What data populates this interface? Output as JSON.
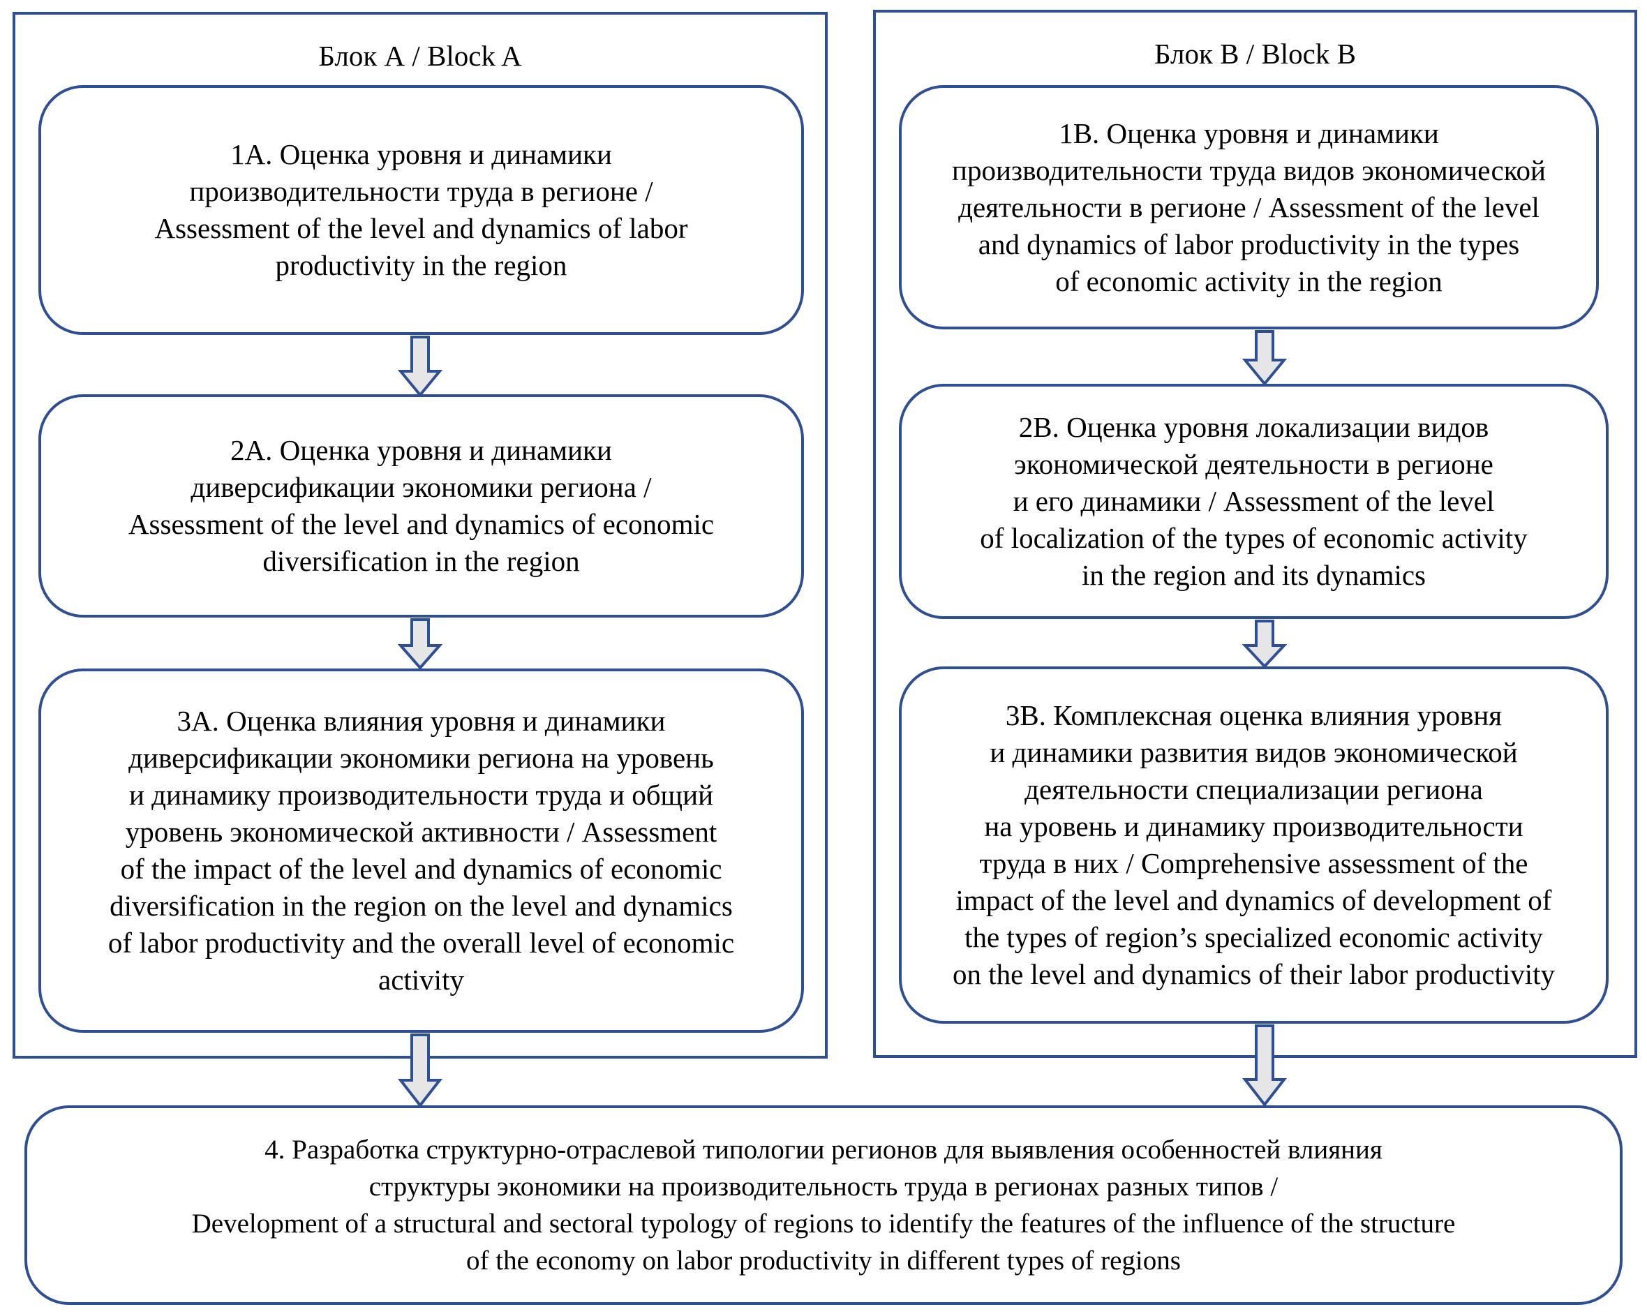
{
  "block_a": {
    "title": "Блок А / Block A",
    "step_1": "1А. Оценка уровня и динамики\nпроизводительности труда в регионе /\nAssessment of the level and dynamics of labor\nproductivity in the region",
    "step_2": "2А. Оценка уровня и динамики\nдиверсификации экономики региона /\nAssessment of the level and dynamics of economic\ndiversification in the region",
    "step_3": "3А. Оценка влияния уровня и динамики\nдиверсификации экономики региона на уровень\nи динамику производительности труда и общий\nуровень экономической активности / Assessment\nof the impact of the level and dynamics of economic\ndiversification in the region on the level and dynamics\nof labor productivity and the overall level of economic\nactivity"
  },
  "block_b": {
    "title": "Блок В / Block B",
    "step_1": "1В. Оценка уровня и динамики\nпроизводительности труда видов экономической\nдеятельности в регионе / Assessment of the level\nand dynamics of labor productivity in the types\nof economic activity in the region",
    "step_2": "2В. Оценка уровня локализации видов\nэкономической деятельности в регионе\nи его динамики / Assessment of the level\nof localization of the types of economic activity\nin the region and its dynamics",
    "step_3": "3В. Комплексная оценка влияния уровня\nи динамики развития видов экономической\nдеятельности специализации региона\nна уровень  и динамику производительности\nтруда в них /  Comprehensive assessment of the\nimpact of the level and dynamics of development of\nthe types of region’s specialized economic activity\non the level and dynamics of their labor productivity"
  },
  "final_step": "4. Разработка структурно-отраслевой типологии регионов для выявления особенностей влияния\nструктуры экономики на производительность труда в регионах разных типов /\nDevelopment of a structural and sectoral typology of regions to identify the features of the influence of the structure\nof the economy on labor productivity in different types of regions",
  "colors": {
    "border": "#2f4f94",
    "arrow_fill": "#e6e6e6"
  }
}
